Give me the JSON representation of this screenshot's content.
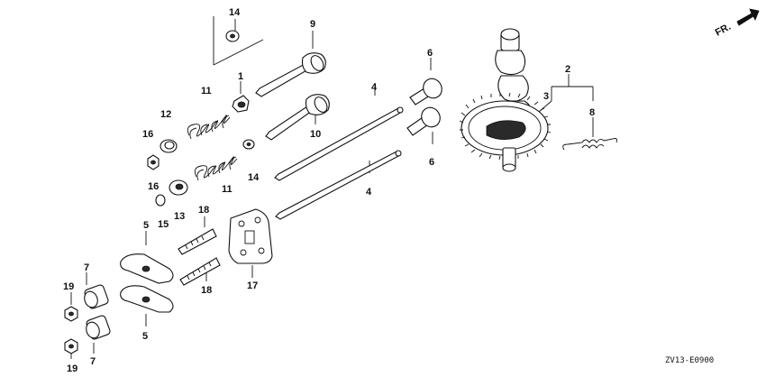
{
  "diagram": {
    "direction_label": "FR.",
    "figure_code": "ZV13-E0900",
    "labels": [
      {
        "id": "l14a",
        "text": "14"
      },
      {
        "id": "l9",
        "text": "9"
      },
      {
        "id": "l6a",
        "text": "6"
      },
      {
        "id": "l2",
        "text": "2"
      },
      {
        "id": "l1",
        "text": "1"
      },
      {
        "id": "l11a",
        "text": "11"
      },
      {
        "id": "l4a",
        "text": "4"
      },
      {
        "id": "l3",
        "text": "3"
      },
      {
        "id": "l12",
        "text": "12"
      },
      {
        "id": "l8",
        "text": "8"
      },
      {
        "id": "l16a",
        "text": "16"
      },
      {
        "id": "l10",
        "text": "10"
      },
      {
        "id": "l6b",
        "text": "6"
      },
      {
        "id": "l16b",
        "text": "16"
      },
      {
        "id": "l14b",
        "text": "14"
      },
      {
        "id": "l11b",
        "text": "11"
      },
      {
        "id": "l4b",
        "text": "4"
      },
      {
        "id": "l13",
        "text": "13"
      },
      {
        "id": "l15",
        "text": "15"
      },
      {
        "id": "l18a",
        "text": "18"
      },
      {
        "id": "l5a",
        "text": "5"
      },
      {
        "id": "l7a",
        "text": "7"
      },
      {
        "id": "l19a",
        "text": "19"
      },
      {
        "id": "l18b",
        "text": "18"
      },
      {
        "id": "l17",
        "text": "17"
      },
      {
        "id": "l5b",
        "text": "5"
      },
      {
        "id": "l7b",
        "text": "7"
      },
      {
        "id": "l19b",
        "text": "19"
      }
    ]
  }
}
